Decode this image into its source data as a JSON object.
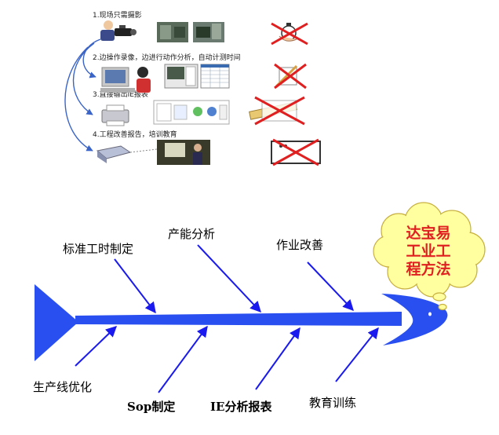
{
  "steps": [
    {
      "text": "1.现场只需摄影"
    },
    {
      "text": "2.边操作录像，边进行动作分析，自动计测时间"
    },
    {
      "text": "3.直接输出IE报表"
    },
    {
      "text": "4.工程改善报告，培训教育"
    }
  ],
  "fishbone": {
    "head_lines": [
      "达宝易",
      "工业工",
      "程方法"
    ],
    "top_labels": [
      "标准工时制定",
      "产能分析",
      "作业改善"
    ],
    "bottom_labels": [
      "生产线优化",
      "Sop制定",
      "IE分析报表",
      "教育训练"
    ]
  },
  "colors": {
    "spine": "#2a4ff0",
    "arrow": "#1a1aee",
    "tail": "#2a4ff0",
    "cloud_fill": "#ffffa0",
    "cloud_stroke": "#c8b040",
    "head_text": "#e02020",
    "cross": "#e02020"
  }
}
